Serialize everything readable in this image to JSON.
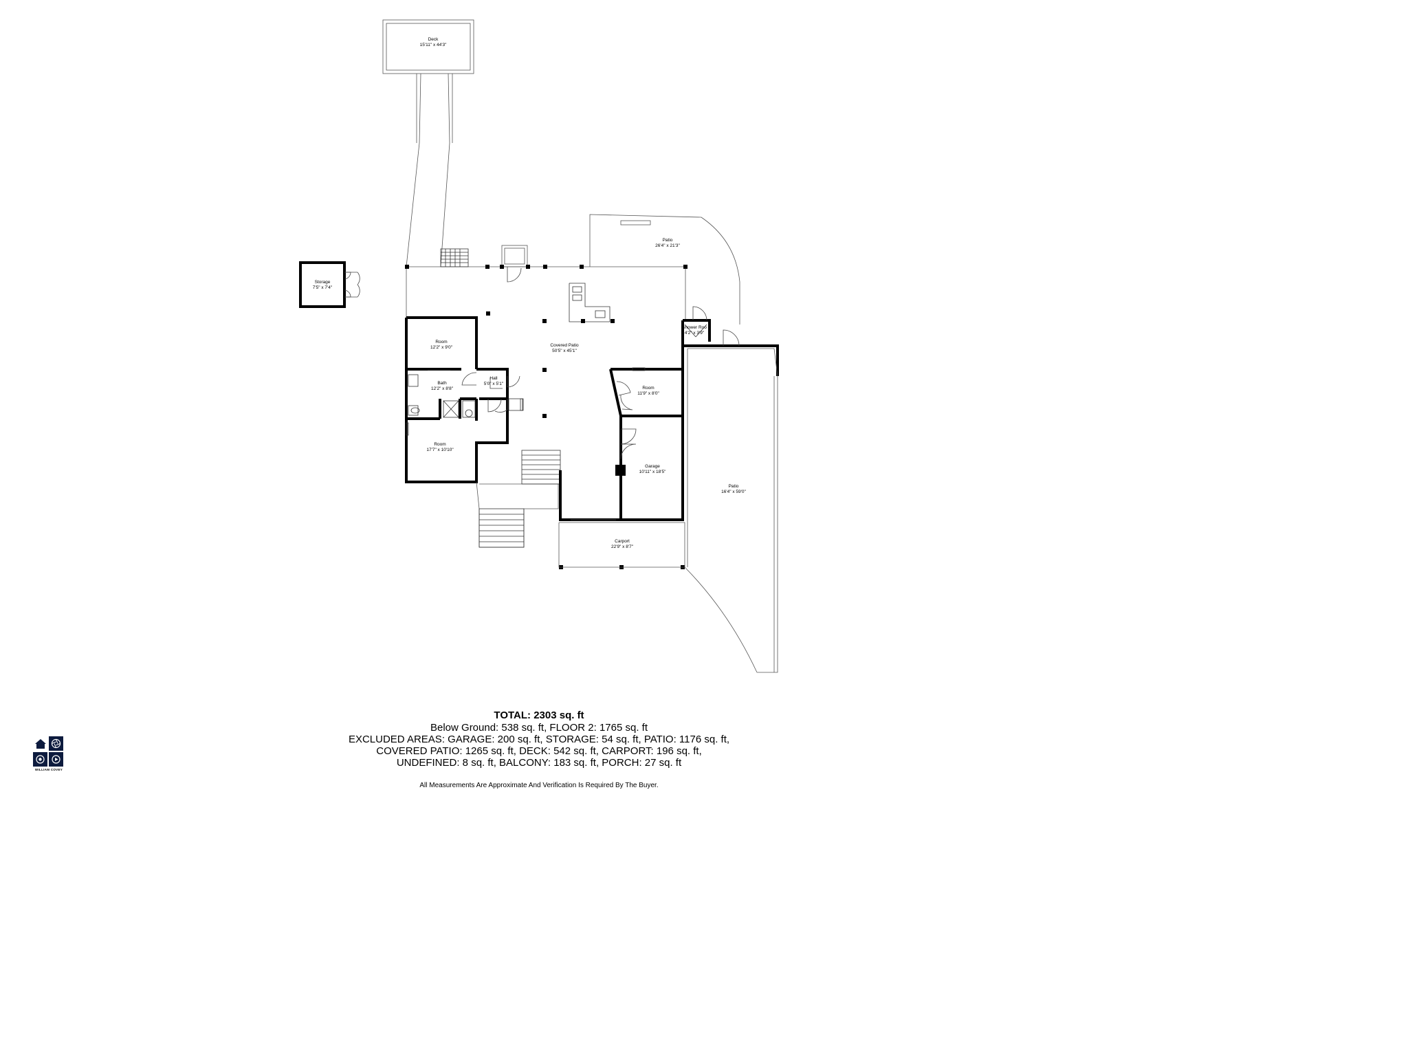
{
  "rooms": {
    "deck": {
      "name": "Deck",
      "dims": "15'11\" x 44'3\""
    },
    "storage": {
      "name": "Storage",
      "dims": "7'5\" x 7'4\""
    },
    "patio_top": {
      "name": "Patio",
      "dims": "26'4\" x 21'3\""
    },
    "covered_patio": {
      "name": "Covered Patio",
      "dims": "50'5\" x 45'1\""
    },
    "room_upper": {
      "name": "Room",
      "dims": "12'2\" x 9'0\""
    },
    "bath": {
      "name": "Bath",
      "dims": "12'2\" x 8'8\""
    },
    "hall": {
      "name": "Hall",
      "dims": "5'0\" x 5'1\""
    },
    "room_lower": {
      "name": "Room",
      "dims": "17'7\" x 10'10\""
    },
    "shower_room": {
      "name": "Shower Roo",
      "dims": "4'2\" x 3'9\""
    },
    "room_right": {
      "name": "Room",
      "dims": "11'9\" x 8'0\""
    },
    "garage": {
      "name": "Garage",
      "dims": "10'11\" x 18'5\""
    },
    "patio_right": {
      "name": "Patio",
      "dims": "16'4\" x 59'0\""
    },
    "carport": {
      "name": "Carport",
      "dims": "22'9\" x 8'7\""
    }
  },
  "summary": {
    "total": "TOTAL: 2303 sq. ft",
    "line1": "Below Ground: 538 sq. ft, FLOOR 2: 1765 sq. ft",
    "line2": "EXCLUDED AREAS: GARAGE: 200 sq. ft, STORAGE: 54 sq. ft, PATIO: 1176 sq. ft,",
    "line3": "COVERED PATIO: 1265 sq. ft, DECK: 542 sq. ft, CARPORT: 196 sq. ft,",
    "line4": "UNDEFINED: 8 sq. ft, BALCONY: 183 sq. ft, PORCH: 27 sq. ft"
  },
  "disclaimer": "All Measurements Are Approximate And Verification Is Required By The Buyer.",
  "logo": {
    "name": "WILLIAM COVEY",
    "icons": [
      "house-icon",
      "aperture-icon",
      "camera-icon",
      "play-icon"
    ],
    "brand_color": "#0d1b3e"
  }
}
